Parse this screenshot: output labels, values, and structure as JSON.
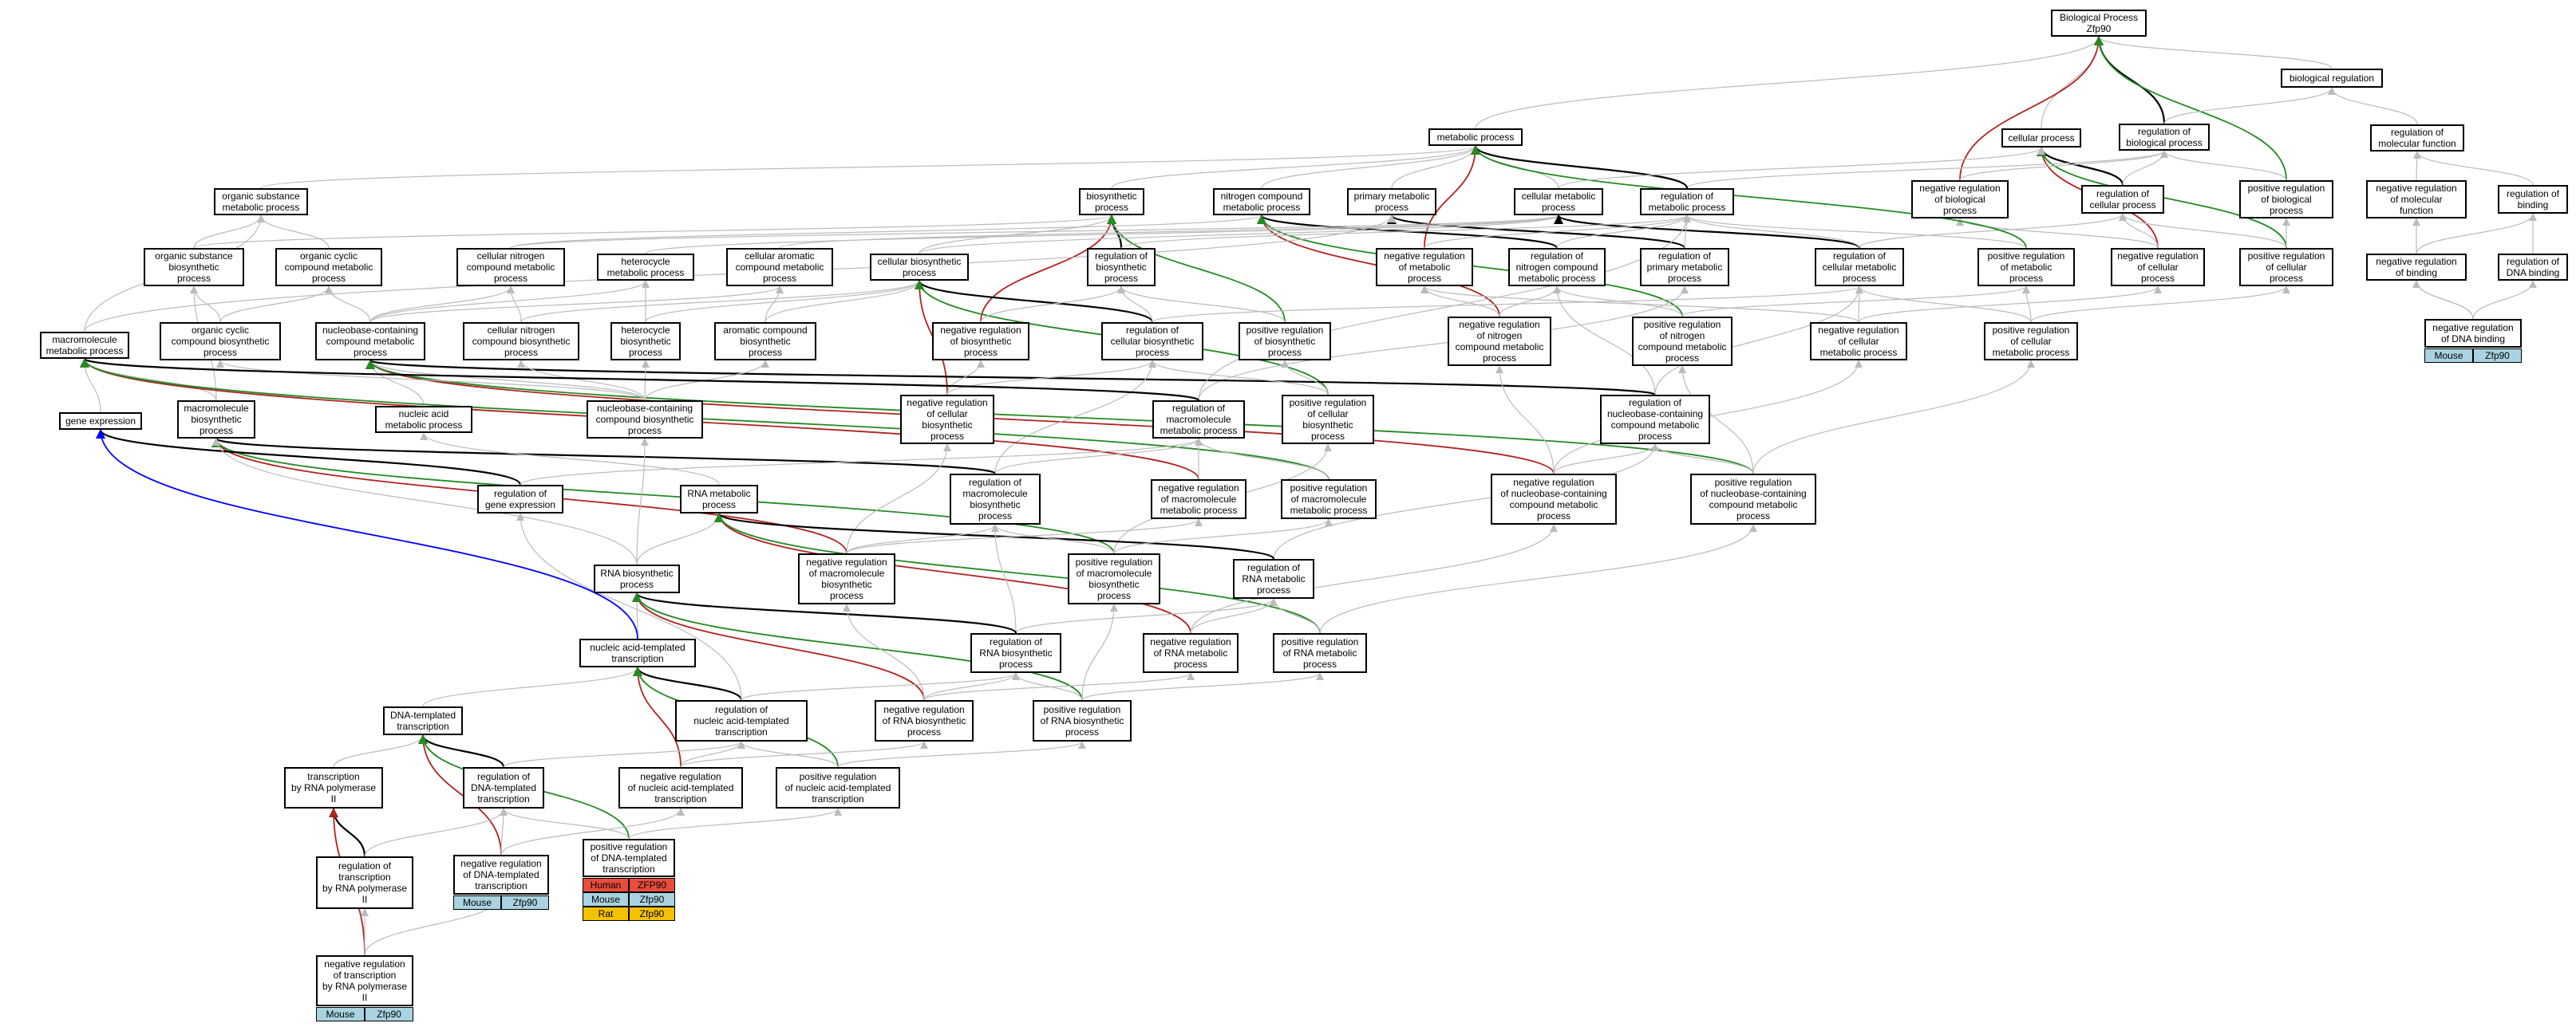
{
  "nodes": {
    "root": "Biological Process\nZfp90",
    "bioreg": "biological regulation",
    "metab": "metabolic process",
    "cellproc": "cellular process",
    "regbio": "regulation of\nbiological process",
    "regmolfn": "regulation of\nmolecular function",
    "negregbio": "negative regulation\nof biological\nprocess",
    "regcell": "regulation of\ncellular process",
    "posregbio": "positive regulation\nof biological\nprocess",
    "negregmolfn": "negative regulation\nof molecular\nfunction",
    "regbind": "regulation of\nbinding",
    "orgsub": "organic substance\nmetabolic process",
    "biosyn": "biosynthetic\nprocess",
    "nitrog": "nitrogen compound\nmetabolic process",
    "primmet": "primary metabolic\nprocess",
    "cellmet": "cellular metabolic\nprocess",
    "regmet": "regulation of\nmetabolic process",
    "orgsubbio": "organic substance\nbiosynthetic\nprocess",
    "orgcyc": "organic cyclic\ncompound metabolic\nprocess",
    "cellnit": "cellular nitrogen\ncompound metabolic\nprocess",
    "hetmet": "heterocycle\nmetabolic process",
    "cellarom": "cellular aromatic\ncompound metabolic\nprocess",
    "cellbiosyn": "cellular biosynthetic\nprocess",
    "regbiosyn": "regulation of\nbiosynthetic\nprocess",
    "negregmet": "negative regulation\nof metabolic\nprocess",
    "regnitro": "regulation of\nnitrogen compound\nmetabolic process",
    "regprim": "regulation of\nprimary metabolic\nprocess",
    "regcellmet": "regulation of\ncellular metabolic\nprocess",
    "posregmet": "positive regulation\nof metabolic\nprocess",
    "negregcell": "negative regulation\nof cellular\nprocess",
    "posregcell": "positive regulation\nof cellular\nprocess",
    "negregbind": "negative regulation\nof binding",
    "regdnabind": "regulation of\nDNA binding",
    "negregdnabind": "negative regulation\nof DNA binding",
    "macromet": "macromolecule\nmetabolic process",
    "orgcycbio": "organic cyclic\ncompound biosynthetic\nprocess",
    "nucmet": "nucleobase-containing\ncompound metabolic\nprocess",
    "cellnitbio": "cellular nitrogen\ncompound biosynthetic\nprocess",
    "hetbio": "heterocycle\nbiosynthetic\nprocess",
    "arombio": "aromatic compound\nbiosynthetic\nprocess",
    "negregbiosyn": "negative regulation\nof biosynthetic\nprocess",
    "regcellbio": "regulation of\ncellular biosynthetic\nprocess",
    "posregbiosyn": "positive regulation\nof biosynthetic\nprocess",
    "negregnitro": "negative regulation\nof nitrogen\ncompound metabolic\nprocess",
    "posregnitro": "positive regulation\nof nitrogen\ncompound metabolic\nprocess",
    "negregcellmet": "negative regulation\nof cellular\nmetabolic process",
    "posregcellmet": "positive regulation\nof cellular\nmetabolic process",
    "geneexp": "gene expression",
    "macrobio": "macromolecule\nbiosynthetic\nprocess",
    "nucacid": "nucleic acid\nmetabolic process",
    "nucbio": "nucleobase-containing\ncompound biosynthetic\nprocess",
    "negregcellbio": "negative regulation\nof cellular\nbiosynthetic\nprocess",
    "regmacro": "regulation of\nmacromolecule\nmetabolic process",
    "posregcellbio": "positive regulation\nof cellular\nbiosynthetic\nprocess",
    "regnuc": "regulation of\nnucleobase-containing\ncompound metabolic\nprocess",
    "regge": "regulation of\ngene expression",
    "rnamet": "RNA metabolic\nprocess",
    "regmacrobio": "regulation of\nmacromolecule\nbiosynthetic\nprocess",
    "negregmacromet": "negative regulation\nof macromolecule\nmetabolic process",
    "posregmacromet": "positive regulation\nof macromolecule\nmetabolic process",
    "negregnuc": "negative regulation\nof nucleobase-containing\ncompound metabolic\nprocess",
    "posregnuc": "positive regulation\nof nucleobase-containing\ncompound metabolic\nprocess",
    "rnabio": "RNA biosynthetic\nprocess",
    "negregmacrobio": "negative regulation\nof macromolecule\nbiosynthetic\nprocess",
    "posregmacrobio": "positive regulation\nof macromolecule\nbiosynthetic\nprocess",
    "regrnamet": "regulation of\nRNA metabolic\nprocess",
    "nuctx": "nucleic acid-templated\ntranscription",
    "regrnabio": "regulation of\nRNA biosynthetic\nprocess",
    "negregrnamet": "negative regulation\nof RNA metabolic\nprocess",
    "posregrnamet": "positive regulation\nof RNA metabolic\nprocess",
    "dnatx": "DNA-templated\ntranscription",
    "regnuctx": "regulation of\nnucleic acid-templated\ntranscription",
    "negregrnabio": "negative regulation\nof RNA biosynthetic\nprocess",
    "posregrnabio": "positive regulation\nof RNA biosynthetic\nprocess",
    "txpol2": "transcription\nby RNA polymerase\nII",
    "regdnatx": "regulation of\nDNA-templated\ntranscription",
    "negregnuctx": "negative regulation\nof nucleic acid-templated\ntranscription",
    "posregnuctx": "positive regulation\nof nucleic acid-templated\ntranscription",
    "regtxpol2": "regulation of\ntranscription\nby RNA polymerase\nII",
    "negregdnatx": "negative regulation\nof DNA-templated\ntranscription",
    "posregdnatx": "positive regulation\nof DNA-templated\ntranscription",
    "negregtxpol2": "negative regulation\nof transcription\nby RNA polymerase\nII"
  },
  "annotations": {
    "negregdnabind": [
      {
        "species": "Mouse",
        "gene": "Zfp90"
      }
    ],
    "negregdnatx": [
      {
        "species": "Mouse",
        "gene": "Zfp90"
      }
    ],
    "posregdnatx": [
      {
        "species": "Human",
        "gene": "ZFP90"
      },
      {
        "species": "Mouse",
        "gene": "Zfp90"
      },
      {
        "species": "Rat",
        "gene": "Zfp90"
      }
    ],
    "negregtxpol2": [
      {
        "species": "Mouse",
        "gene": "Zfp90"
      }
    ]
  },
  "colors": {
    "is_a": "#bbbbbb",
    "part_of": "#000000",
    "negatively_regulates": "#b22222",
    "positively_regulates": "#228b22",
    "regulates": "#000000",
    "occurs_in": "#0000ff",
    "Human": "#e74c3c",
    "Mouse": "#a9d3e0",
    "Rat": "#f2c200"
  }
}
